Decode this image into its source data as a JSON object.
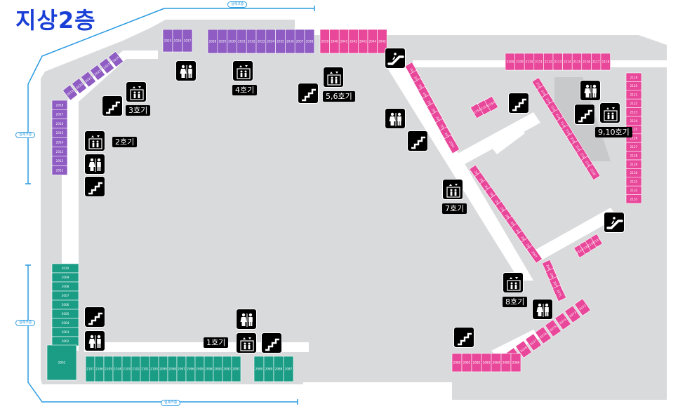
{
  "title": "지상2층",
  "dimension_label": "실제크층",
  "colors": {
    "purple": "#8e5cc2",
    "pink": "#e8479a",
    "teal": "#1a9c85",
    "floor": "#d9dadc",
    "corridor": "#ffffff",
    "accent_blue": "#2a9be0",
    "title_blue": "#1a3fd6"
  },
  "elevator_labels": {
    "e1": "1호기",
    "e2": "2호기",
    "e3": "3호기",
    "e4": "4호기",
    "e56": "5,6호기",
    "e7": "7호기",
    "e8": "8호기",
    "e910": "9,10호기"
  },
  "icons": [
    {
      "name": "restroom-icon",
      "type": "restroom"
    },
    {
      "name": "elevator-icon",
      "type": "elevator"
    },
    {
      "name": "stairs-icon",
      "type": "stairs"
    },
    {
      "name": "escalator-icon",
      "type": "escalator"
    }
  ],
  "units": {
    "purple_left_col": [
      "2018",
      "2017",
      "2016",
      "2015",
      "2014",
      "2013",
      "2012",
      "2011"
    ],
    "purple_diag": [
      "2019",
      "2020",
      "2021",
      "2022",
      "2023",
      "2024"
    ],
    "purple_top_a": [
      "2025",
      "2026",
      "2027"
    ],
    "purple_top_b": [
      "2028",
      "2029",
      "2030",
      "2031",
      "2032",
      "2033",
      "2034",
      "2035",
      "2036",
      "2037",
      "2038"
    ],
    "pink_top": [
      "2039",
      "2040",
      "2041",
      "2042",
      "2043",
      "2044",
      "2045"
    ],
    "pink_diag": [
      "2046",
      "2047",
      "2048",
      "2049",
      "2050",
      "2051",
      "2052",
      "2053",
      "2054",
      "2055"
    ],
    "pink_right_top": [
      "2108",
      "2109",
      "2110",
      "2111",
      "2112",
      "2113",
      "2114",
      "2115",
      "2116",
      "2117",
      "2118"
    ],
    "pink_right_col": [
      "2119",
      "2120",
      "2121",
      "2122",
      "2123",
      "2124",
      "2125",
      "2126",
      "2127",
      "2128",
      "2129",
      "2130",
      "2131",
      "2132",
      "2133"
    ],
    "pink_inner": [
      "2139",
      "2140",
      "2141",
      "2142",
      "2143",
      "2144",
      "2145",
      "2146",
      "2147",
      "2148",
      "2149",
      "2150"
    ],
    "pink_mid": [
      "2056",
      "2057",
      "2058",
      "2059",
      "2060",
      "2061",
      "2062",
      "2063",
      "2064",
      "2065",
      "2066",
      "2067"
    ],
    "pink_small_a": [
      "2152",
      "2153",
      "2154"
    ],
    "pink_small_b": [
      "2134",
      "2135",
      "2136",
      "2137"
    ],
    "pink_bottom": [
      "2068",
      "2069",
      "2070",
      "2071",
      "2072",
      "2073",
      "2074",
      "2075",
      "2076",
      "2077",
      "2078",
      "2079",
      "2080",
      "2081",
      "2082",
      "2083",
      "2084",
      "2085",
      "2086"
    ],
    "teal_left_col": [
      "2010",
      "2009",
      "2008",
      "2007",
      "2006",
      "2005",
      "2004",
      "2003",
      "2002"
    ],
    "teal_corner": [
      "2001"
    ],
    "teal_bottom": [
      "2107",
      "2106",
      "2105",
      "2104",
      "2103",
      "2102",
      "2101",
      "2100",
      "2099",
      "2098",
      "2097",
      "2096",
      "2095",
      "2094",
      "2093",
      "2092",
      "2091"
    ],
    "teal_bottom_r": [
      "2090",
      "2089",
      "2088",
      "2087"
    ]
  }
}
